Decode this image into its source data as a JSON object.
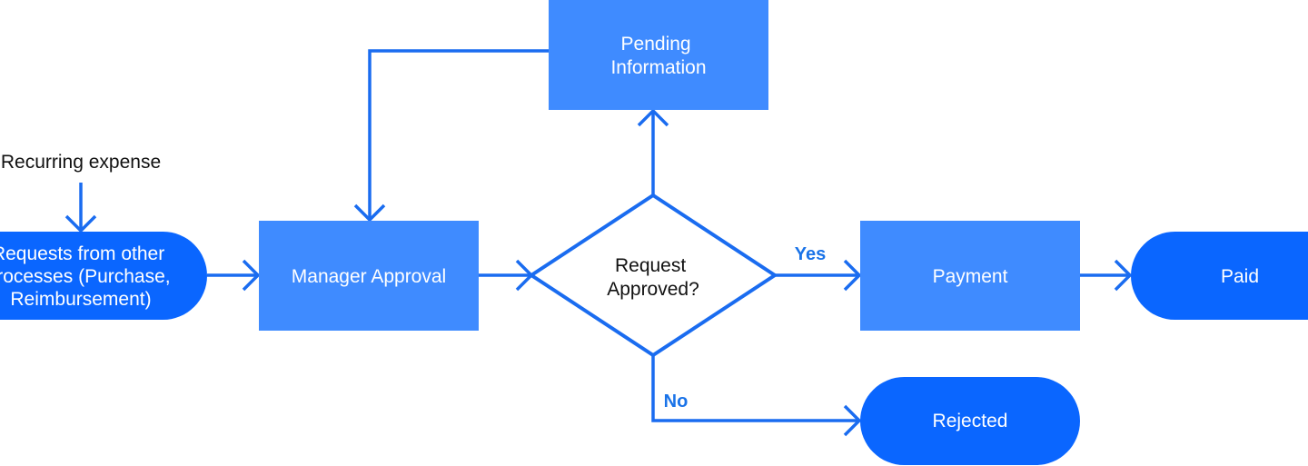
{
  "colors": {
    "process_box": "#3f8bff",
    "terminal": "#0a66ff",
    "connector": "#1a6cf0",
    "label_blue": "#1a73e8",
    "text_dark": "#111111",
    "text_light": "#ffffff"
  },
  "nodes": {
    "recurring_expense": "Recurring expense",
    "requests_source": [
      "Requests from other",
      "processes (Purchase,",
      "Reimbursement)"
    ],
    "manager_approval": "Manager Approval",
    "pending_information": [
      "Pending",
      "Information"
    ],
    "decision": [
      "Request",
      "Approved?"
    ],
    "payment": "Payment",
    "paid": "Paid",
    "rejected": "Rejected"
  },
  "edge_labels": {
    "yes": "Yes",
    "no": "No"
  }
}
